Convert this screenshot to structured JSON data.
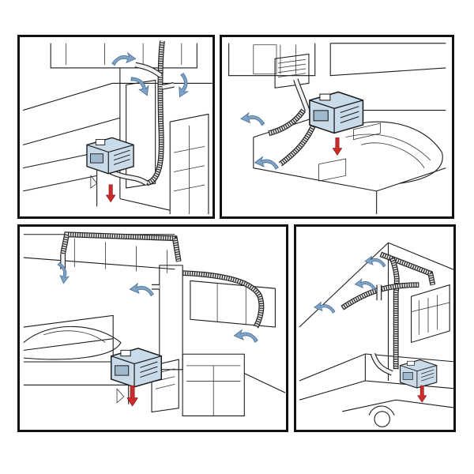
{
  "colors": {
    "frame": "#111111",
    "background": "#ffffff",
    "warm_air_arrow": "#7fa3c6",
    "exhaust_arrow": "#cc2b2b",
    "heater_body": "#c9dbe9"
  },
  "panels": [
    {
      "view": "heater-under-seat-vertical-riser",
      "warm_air_outlets": 3,
      "exhaust_arrows": 1
    },
    {
      "view": "heater-under-bed-floor-outlets",
      "warm_air_outlets": 2,
      "exhaust_arrows": 1
    },
    {
      "view": "heater-under-bench-ceiling-duct",
      "warm_air_outlets": 3,
      "exhaust_arrows": 1
    },
    {
      "view": "heater-rear-trunk-ducting",
      "warm_air_outlets": 3,
      "exhaust_arrows": 1
    }
  ]
}
